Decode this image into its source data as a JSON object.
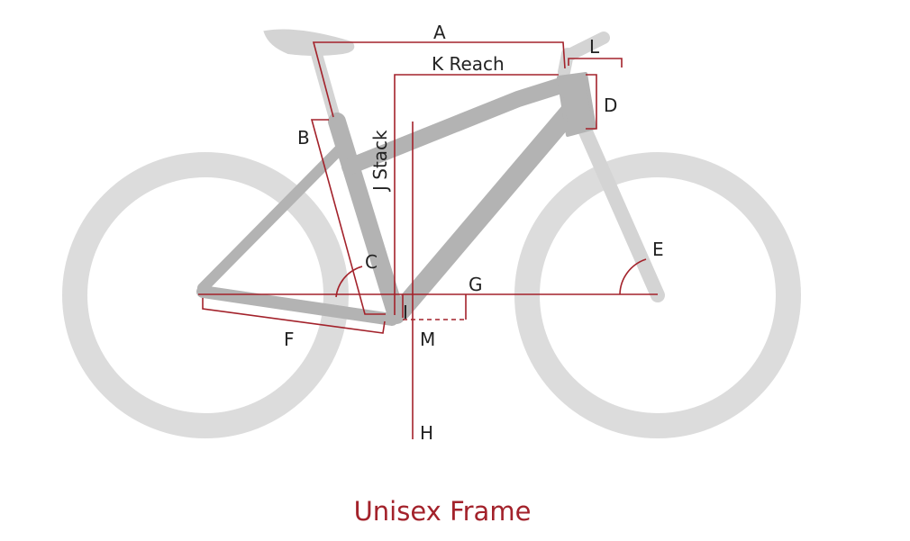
{
  "labels": {
    "A": "A",
    "B": "B",
    "C": "C",
    "D": "D",
    "E": "E",
    "F": "F",
    "G": "G",
    "H": "H",
    "I": "I",
    "J": "J Stack",
    "K": "K Reach",
    "L": "L",
    "M": "M"
  },
  "title": "Unisex Frame",
  "colors": {
    "accent": "#a3222b",
    "frame": "#b3b3b3",
    "wheel": "#dcdcdc",
    "parts": "#d2d2d2"
  }
}
